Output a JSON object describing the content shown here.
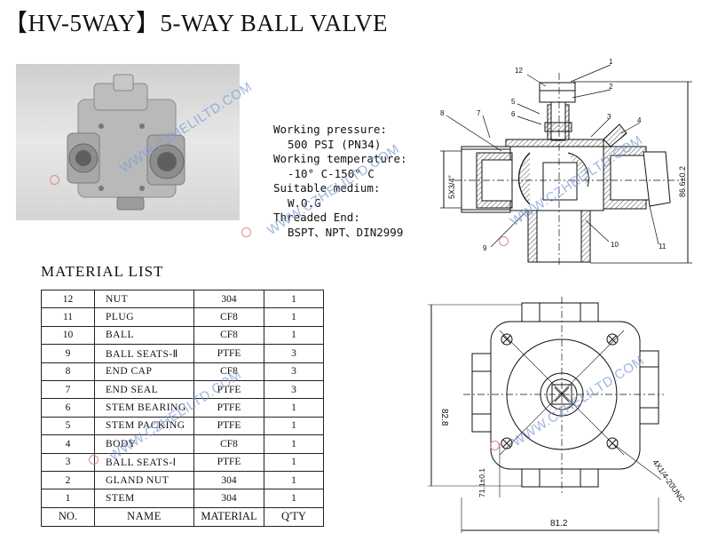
{
  "title": "【HV-5WAY】5-WAY BALL VALVE",
  "specs": {
    "pressure_label": "Working pressure:",
    "pressure_value": "500 PSI (PN34)",
    "temp_label": "Working temperature:",
    "temp_value": "-10° C-150° C",
    "medium_label": "Suitable medium:",
    "medium_value": "W.O.G",
    "thread_label": "Threaded End:",
    "thread_value": "BSPT、NPT、DIN2999"
  },
  "material_list": {
    "heading": "MATERIAL LIST",
    "rows": [
      {
        "no": "12",
        "name": "NUT",
        "material": "304",
        "qty": "1"
      },
      {
        "no": "11",
        "name": "PLUG",
        "material": "CF8",
        "qty": "1"
      },
      {
        "no": "10",
        "name": "BALL",
        "material": "CF8",
        "qty": "1"
      },
      {
        "no": "9",
        "name": "BALL SEATS-Ⅱ",
        "material": "PTFE",
        "qty": "3"
      },
      {
        "no": "8",
        "name": "END CAP",
        "material": "CF8",
        "qty": "3"
      },
      {
        "no": "7",
        "name": "END SEAL",
        "material": "PTFE",
        "qty": "3"
      },
      {
        "no": "6",
        "name": "STEM BEARING",
        "material": "PTFE",
        "qty": "1"
      },
      {
        "no": "5",
        "name": "STEM PACKING",
        "material": "PTFE",
        "qty": "1"
      },
      {
        "no": "4",
        "name": "BODY",
        "material": "CF8",
        "qty": "1"
      },
      {
        "no": "3",
        "name": "BALL SEATS-Ⅰ",
        "material": "PTFE",
        "qty": "1"
      },
      {
        "no": "2",
        "name": "GLAND NUT",
        "material": "304",
        "qty": "1"
      },
      {
        "no": "1",
        "name": "STEM",
        "material": "304",
        "qty": "1"
      }
    ],
    "header": {
      "no": "NO.",
      "name": "NAME",
      "material": "MATERIAL",
      "qty": "Q'TY"
    }
  },
  "drawing": {
    "section_labels": [
      "1",
      "2",
      "3",
      "4",
      "5",
      "6",
      "7",
      "8",
      "9",
      "10",
      "11",
      "12"
    ],
    "dim_thread": "5X3/4\"",
    "dim_height": "86.6±0.2",
    "dim_side": "82.8",
    "dim_offset": "71.1±0.1",
    "dim_width": "81.2",
    "dim_bolt": "4X1/4-20UNC"
  },
  "watermark": "WWW.CZHELILTD.COM",
  "colors": {
    "watermark": "#7f9ed6",
    "hatch": "#555555",
    "line": "#111111"
  }
}
